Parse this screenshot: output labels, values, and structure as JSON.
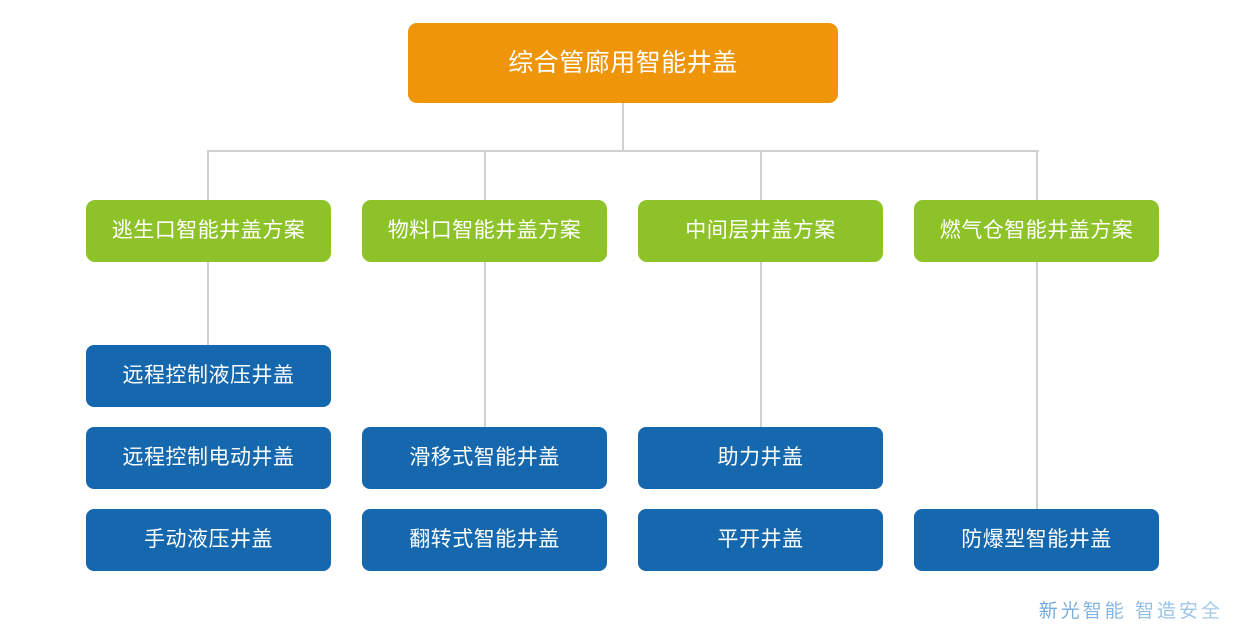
{
  "diagram": {
    "title": "综合管廊用智能井盖",
    "colors": {
      "root": "#ef9509",
      "branch": "#8dc229",
      "leaf": "#1668ae",
      "connector": "#d0d0d0",
      "watermark": "#5b9bd5",
      "background": "#ffffff"
    },
    "root": {
      "label": "综合管廊用智能井盖"
    },
    "branches": [
      {
        "label": "逃生口智能井盖方案",
        "leaves": [
          {
            "label": "远程控制液压井盖",
            "row": 0
          },
          {
            "label": "远程控制电动井盖",
            "row": 1
          },
          {
            "label": "手动液压井盖",
            "row": 2
          }
        ]
      },
      {
        "label": "物料口智能井盖方案",
        "leaves": [
          {
            "label": "滑移式智能井盖",
            "row": 1
          },
          {
            "label": "翻转式智能井盖",
            "row": 2
          }
        ]
      },
      {
        "label": "中间层井盖方案",
        "leaves": [
          {
            "label": "助力井盖",
            "row": 1
          },
          {
            "label": "平开井盖",
            "row": 2
          }
        ]
      },
      {
        "label": "燃气仓智能井盖方案",
        "leaves": [
          {
            "label": "防爆型智能井盖",
            "row": 2
          }
        ]
      }
    ],
    "watermark": "新光智能 智造安全"
  }
}
